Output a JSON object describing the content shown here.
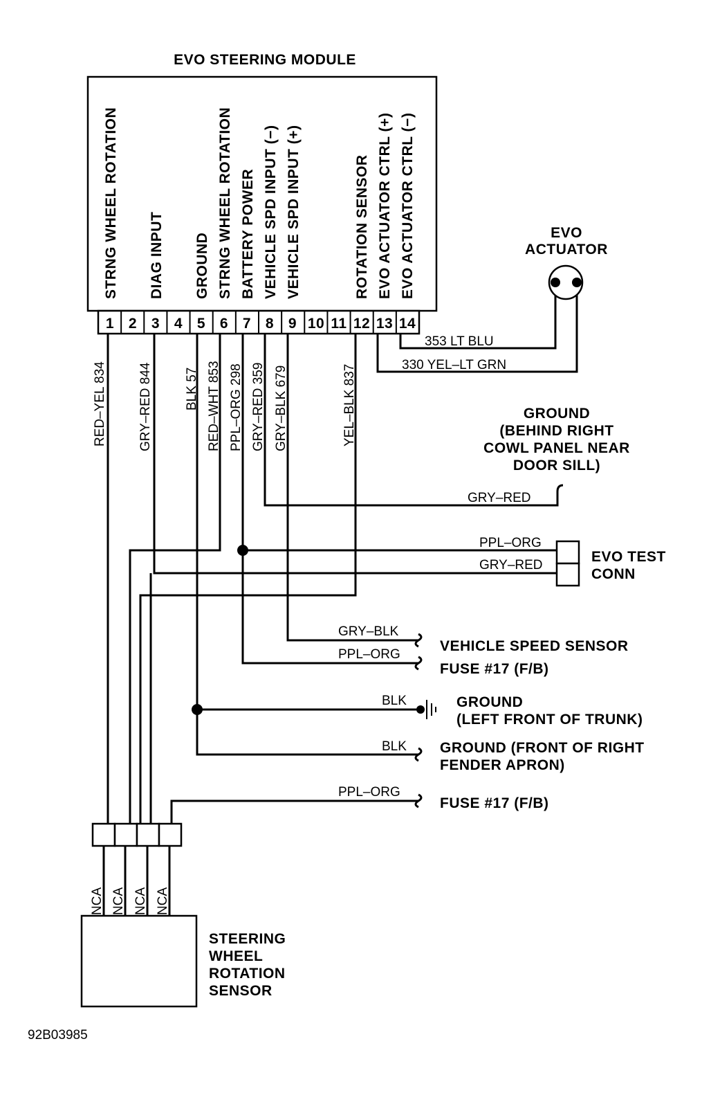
{
  "module": {
    "title": "EVO STEERING MODULE",
    "pin_functions": [
      "STRNG WHEEL ROTATION",
      "DIAG INPUT",
      "GROUND",
      "STRNG WHEEL ROTATION",
      "BATTERY POWER",
      "VEHICLE SPD INPUT (−)",
      "VEHICLE SPD INPUT (+)",
      "ROTATION SENSOR",
      "EVO ACTUATOR CTRL (+)",
      "EVO ACTUATOR CTRL (−)"
    ],
    "pins": [
      "1",
      "2",
      "3",
      "4",
      "5",
      "6",
      "7",
      "8",
      "9",
      "10",
      "11",
      "12",
      "13",
      "14"
    ]
  },
  "circuits": [
    "RED–YEL 834",
    "GRY–RED 844",
    "BLK 57",
    "RED–WHT 853",
    "PPL–ORG 298",
    "GRY–RED 359",
    "GRY–BLK 679",
    "YEL–BLK 837"
  ],
  "actuator": {
    "label_line1": "EVO",
    "label_line2": "ACTUATOR",
    "wire1": "353 LT BLU",
    "wire2": "330 YEL–LT GRN"
  },
  "ground_cowl": {
    "lines": [
      "GROUND",
      "(BEHIND RIGHT",
      "COWL PANEL NEAR",
      "DOOR SILL)"
    ],
    "wire": "GRY–RED"
  },
  "test_conn": {
    "lines": [
      "EVO TEST",
      "CONN"
    ],
    "wire1": "PPL–ORG",
    "wire2": "GRY–RED"
  },
  "destinations": [
    {
      "wire": "GRY–BLK",
      "label": "VEHICLE SPEED SENSOR"
    },
    {
      "wire": "PPL–ORG",
      "label": "FUSE #17 (F/B)"
    },
    {
      "wire": "BLK",
      "label": "GROUND",
      "label2": "(LEFT FRONT OF TRUNK)"
    },
    {
      "wire": "BLK",
      "label": "GROUND (FRONT OF RIGHT",
      "label2": "FENDER APRON)"
    },
    {
      "wire": "PPL–ORG",
      "label": "FUSE #17 (F/B)"
    }
  ],
  "sensor": {
    "nca": [
      "NCA",
      "NCA",
      "NCA",
      "NCA"
    ],
    "lines": [
      "STEERING",
      "WHEEL",
      "ROTATION",
      "SENSOR"
    ]
  },
  "figure_id": "92B03985"
}
